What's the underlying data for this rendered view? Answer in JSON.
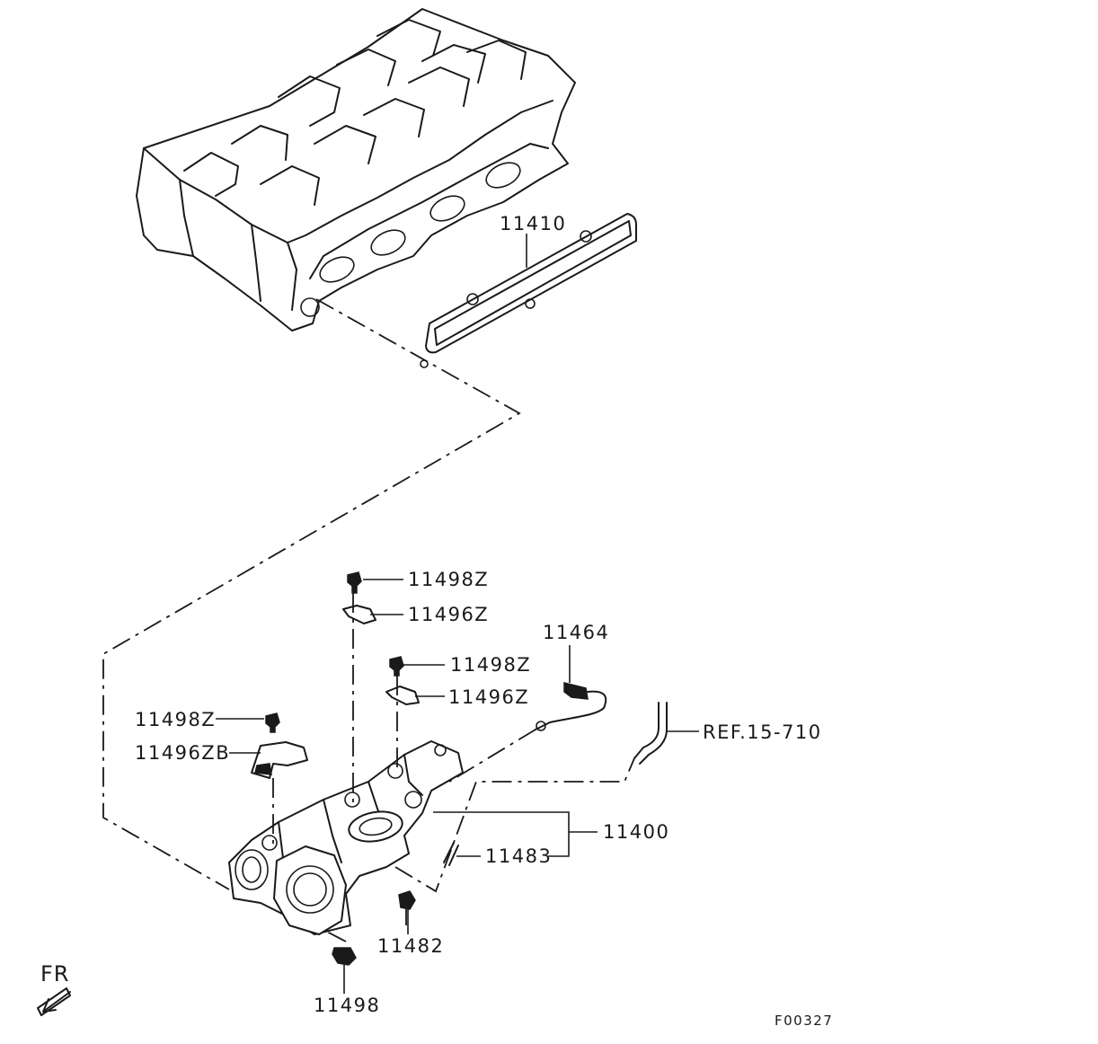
{
  "callouts": {
    "gasket": "11410",
    "bolt_top": "11498Z",
    "bracket_top": "11496Z",
    "bolt_mid": "11498Z",
    "bracket_mid": "11496Z",
    "bolt_left": "11498Z",
    "bracket_left": "11496ZB",
    "sensor": "11464",
    "hose_ref": "REF.15-710",
    "manifold": "11400",
    "stud": "11483",
    "nut": "11482",
    "bolt_bottom": "11498"
  },
  "direction_indicator": "FR",
  "figure_code": "F00327"
}
